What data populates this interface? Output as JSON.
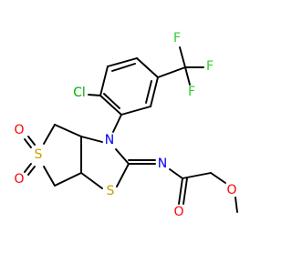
{
  "colors": {
    "bond": "#000000",
    "carbon_label": "#000000",
    "nitrogen": "#0000ff",
    "oxygen": "#ff0000",
    "sulfur": "#c8a000",
    "chlorine": "#00b000",
    "fluorine": "#33cc33"
  },
  "atoms": {
    "cl": "Cl",
    "f_top": "F",
    "f_right": "F",
    "f_bottom": "F",
    "n_ring": "N",
    "n_imine": "N",
    "s_sulfone": "S",
    "o_sulfone_top": "O",
    "o_sulfone_bottom": "O",
    "s_thiazolidine": "S",
    "o_carbonyl": "O",
    "o_ether": "O"
  }
}
